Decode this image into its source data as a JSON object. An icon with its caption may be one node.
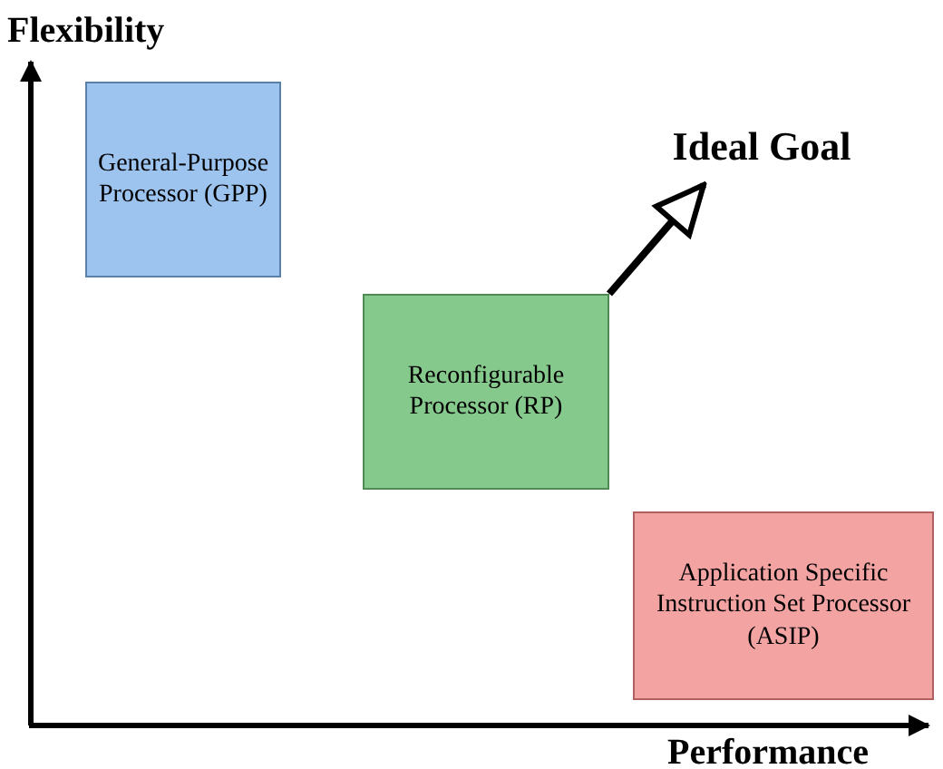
{
  "diagram": {
    "nodes": [
      {
        "text": [
          "General-Purpose Processor (GPP)"
        ]
      },
      {
        "text": [
          "Reconfigurable Processor (RP)"
        ]
      },
      {
        "text": [
          "Application Specific Instruction Set Processor (ASIP)"
        ]
      },
      {
        "text": [
          "Ideal Goal"
        ]
      }
    ],
    "edges": [
      {
        "from": 1,
        "to": 3,
        "arrow": "to"
      }
    ],
    "labels": [
      "Flexibility",
      "Performance"
    ]
  }
}
